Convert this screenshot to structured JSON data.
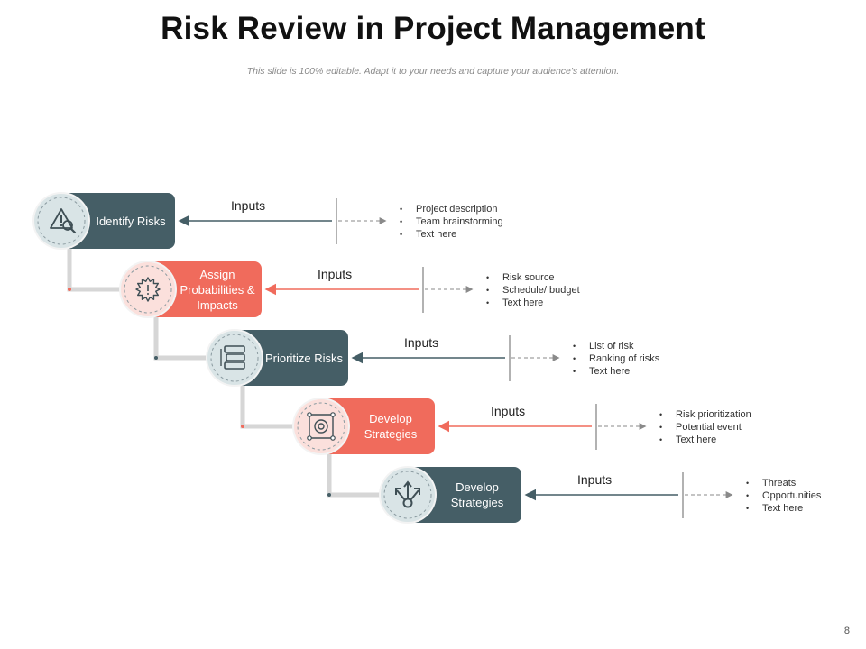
{
  "title": "Risk Review in Project Management",
  "subtitle": "This slide is 100% editable. Adapt it to your needs and capture your audience's attention.",
  "page_number": "8",
  "colors": {
    "slate": "#455e66",
    "coral": "#f06b5c",
    "slate_circle": "#d9e4e6",
    "coral_circle": "#fbe0dc",
    "connector": "#d6d6d6"
  },
  "steps": [
    {
      "label": "Identify Risks",
      "icon": "warning-magnifier-icon",
      "color": "slate",
      "inputs_label": "Inputs",
      "bullets": [
        "Project description",
        "Team brainstorming",
        "Text here"
      ]
    },
    {
      "label": "Assign Probabilities & Impacts",
      "icon": "burst-alert-icon",
      "color": "coral",
      "inputs_label": "Inputs",
      "bullets": [
        "Risk source",
        "Schedule/ budget",
        "Text here"
      ]
    },
    {
      "label": "Prioritize Risks",
      "icon": "stacked-list-icon",
      "color": "slate",
      "inputs_label": "Inputs",
      "bullets": [
        "List of risk",
        "Ranking of risks",
        "Text here"
      ]
    },
    {
      "label": "Develop Strategies",
      "icon": "target-network-icon",
      "color": "coral",
      "inputs_label": "Inputs",
      "bullets": [
        "Risk prioritization",
        "Potential event",
        "Text here"
      ]
    },
    {
      "label": "Develop Strategies",
      "icon": "branching-arrows-icon",
      "color": "slate",
      "inputs_label": "Inputs",
      "bullets": [
        "Threats",
        "Opportunities",
        "Text here"
      ]
    }
  ]
}
